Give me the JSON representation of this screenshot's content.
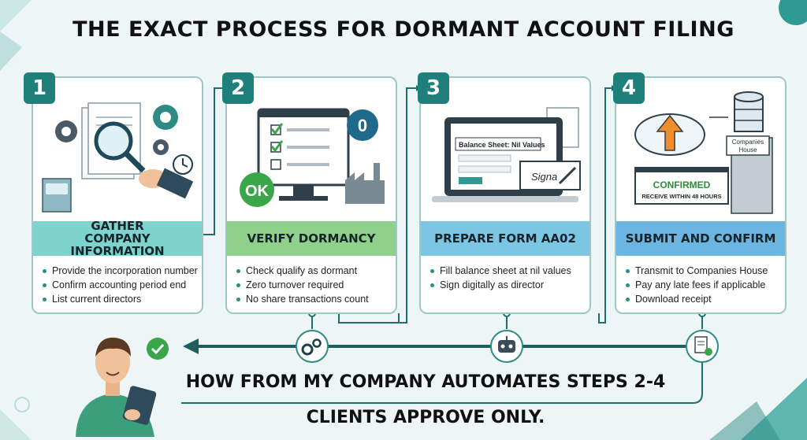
{
  "title": "THE EXACT PROCESS FOR DORMANT ACCOUNT FILING",
  "steps": [
    {
      "number": "1",
      "heading": "GATHER COMPANY INFORMATION",
      "bullets": [
        "Provide the incorporation number",
        "Confirm accounting period end",
        "List current directors"
      ],
      "band_color": "#7fd3cf",
      "number_color": "#1f7f7a"
    },
    {
      "number": "2",
      "heading": "VERIFY DORMANCY",
      "bullets": [
        "Check qualify as dormant",
        "Zero turnover required",
        "No share transactions count"
      ],
      "band_color": "#8fd08b",
      "number_color": "#1f7f7a",
      "illus": {
        "ok": "OK",
        "zero": "0"
      }
    },
    {
      "number": "3",
      "heading": "PREPARE FORM AA02",
      "bullets": [
        "Fill balance sheet at nil values",
        "Sign digitally as director"
      ],
      "band_color": "#7cc6e4",
      "number_color": "#1f7f7a",
      "illus": {
        "sheet_label": "Balance Sheet: Nil Values",
        "signature": "Signa"
      }
    },
    {
      "number": "4",
      "heading": "SUBMIT AND CONFIRM",
      "bullets": [
        "Transmit to Companies House",
        "Pay any late fees if applicable",
        "Download receipt"
      ],
      "band_color": "#6bb5e0",
      "number_color": "#1f7f7a",
      "illus": {
        "building": "Companies House",
        "confirmed": "CONFIRMED",
        "receive": "RECEIVE WITHIN 48 HOURS"
      }
    }
  ],
  "bottom": {
    "line1": "HOW FROM MY COMPANY AUTOMATES STEPS 2-4",
    "line2": "CLIENTS APPROVE ONLY."
  },
  "colors": {
    "accent": "#2e8b84",
    "connector": "#1f6f6a",
    "background": "#eef5f6"
  }
}
